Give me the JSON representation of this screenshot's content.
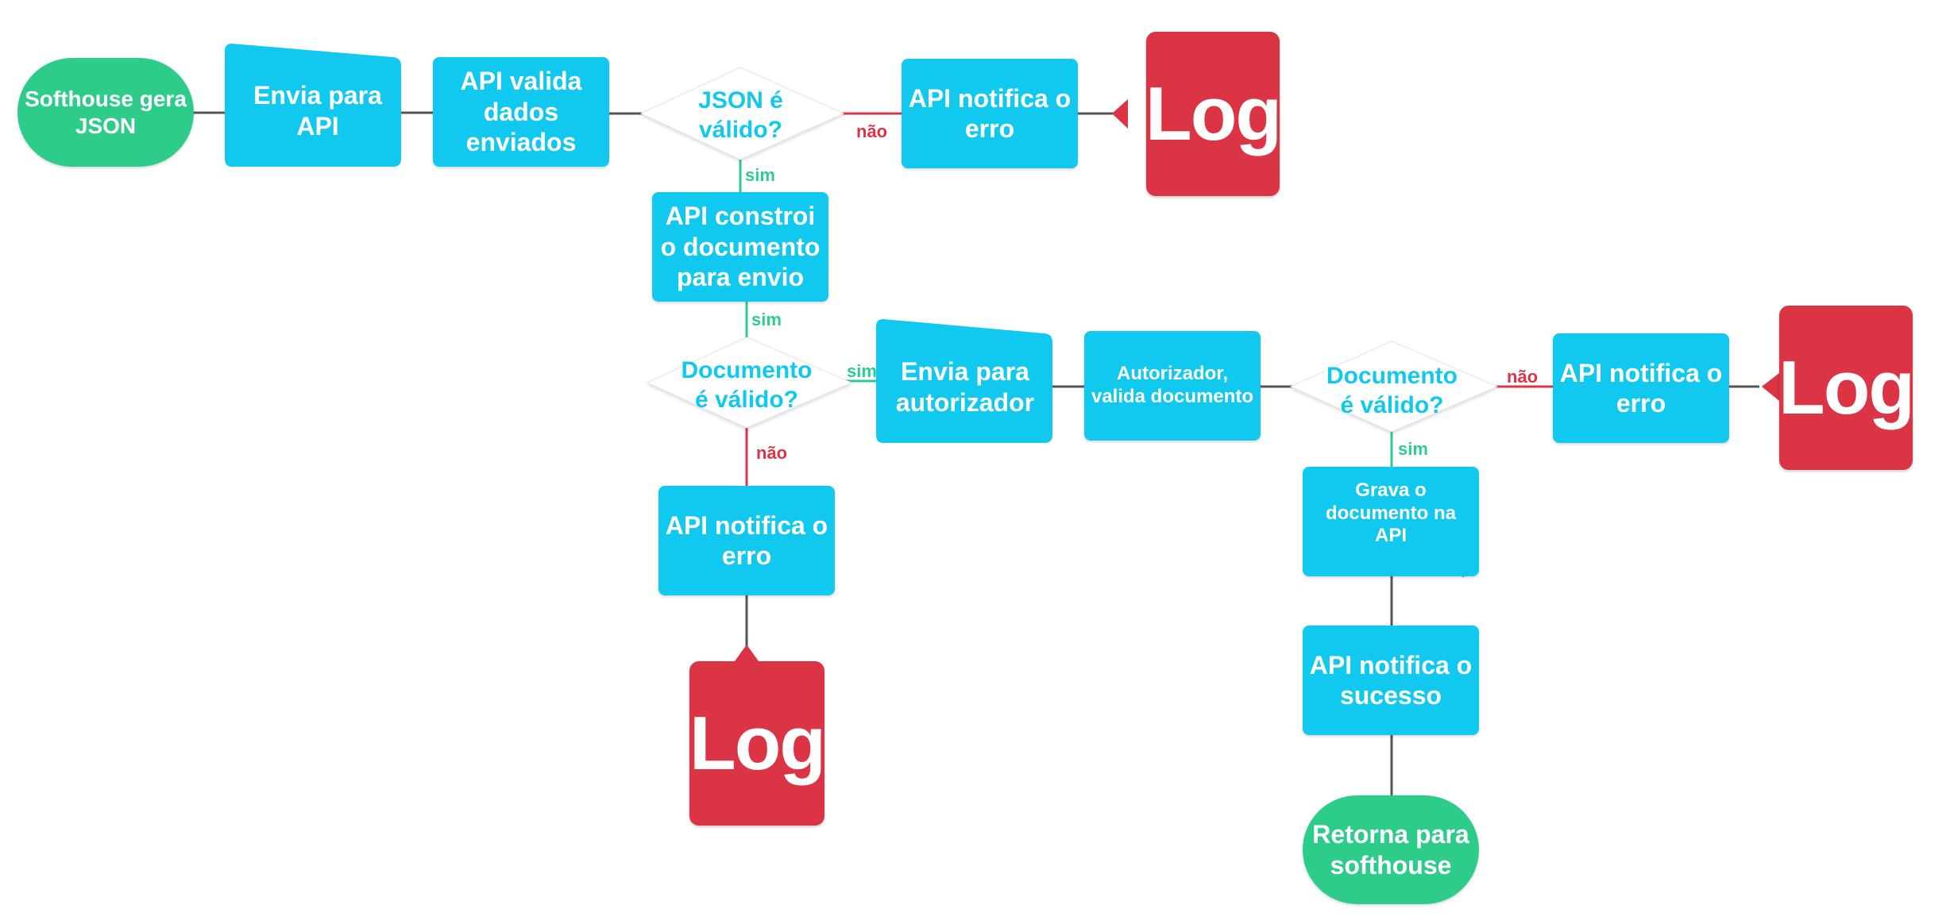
{
  "colors": {
    "process": "#11c8ef",
    "terminal": "#2ecc8b",
    "log": "#db3444",
    "decision_text": "#11c8ef",
    "yes": "#2ecc8b",
    "no": "#db3444",
    "connector": "#555555"
  },
  "nodes": {
    "start": "Softhouse gera JSON",
    "send_api": "Envia para API",
    "validate": "API valida dados enviados",
    "json_valid": "JSON é válido?",
    "notify_error_1": "API notifica o erro",
    "log_1": "Log",
    "build_doc": "API constroi o documento para envio",
    "doc_valid_1": "Documento é válido?",
    "notify_error_2": "API notifica o erro",
    "log_2": "Log",
    "send_authorizer": "Envia para autorizador",
    "authorizer_validates": "Autorizador, valida documento",
    "doc_valid_2": "Documento é válido?",
    "notify_error_3": "API notifica o erro",
    "log_3": "Log",
    "save_doc": "Grava o documento na API",
    "notify_success": "API notifica o sucesso",
    "end": "Retorna para softhouse"
  },
  "edge_labels": {
    "json_no": "não",
    "json_yes": "sim",
    "build_yes": "sim",
    "doc1_yes": "sim",
    "doc1_no": "não",
    "doc2_no": "não",
    "doc2_yes": "sim"
  }
}
